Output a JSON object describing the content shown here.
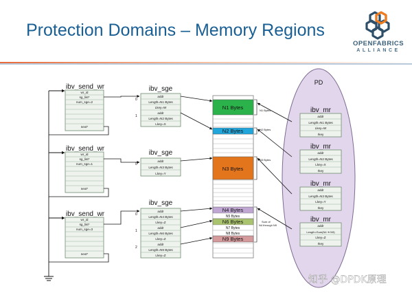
{
  "title": "Protection Domains – Memory Regions",
  "logo": {
    "line1": "OPENFABRICS",
    "line2": "ALLIANCE"
  },
  "watermark": "知乎 @DPDK原理",
  "colors": {
    "title": "#1a5f94",
    "ellipse": "#e2d6ed",
    "ellipse_stroke": "#7d6b92",
    "box_fill": "#eef3ee",
    "box_stroke": "#6e8a6e",
    "green": "#2cb24a",
    "blue": "#21a6dc",
    "orange": "#e3751c",
    "violet": "#bfa6d3",
    "olive": "#aac36e",
    "pink": "#d59a9c"
  },
  "pd_label": "PD",
  "send_wr": {
    "title": "ibv_send_wr",
    "item": [
      {
        "wr_id": "wr_id",
        "sg_list": "sg_list*",
        "num_sge": "num_sge=2",
        "next": "next*"
      },
      {
        "wr_id": "wr_id",
        "sg_list": "sg_list*",
        "num_sge": "num_sge=1",
        "next": "next*"
      },
      {
        "wr_id": "wr_id",
        "sg_list": "sg_list*",
        "num_sge": "num_sge=3",
        "next": "next*"
      }
    ]
  },
  "sge": {
    "title": "ibv_sge",
    "group": [
      {
        "index": [
          "0",
          "1"
        ],
        "rows": [
          "addr",
          "Length=N1 Bytes",
          "Lkey=W",
          "addr",
          "Length=N2 Bytes",
          "Lkey=X"
        ]
      },
      {
        "index": [
          "0"
        ],
        "rows": [
          "addr",
          "Length=N3 Bytes",
          "Lkey=Y"
        ]
      },
      {
        "index": [
          "0",
          "1",
          "2"
        ],
        "rows": [
          "addr",
          "Length=N4 Bytes",
          "Lkey=Z",
          "addr",
          "Length=N6 Bytes",
          "Lkey=Z",
          "addr",
          "Length=N9 Bytes",
          "Lkey=Z"
        ]
      }
    ]
  },
  "memory": {
    "n1": "N1 Bytes",
    "n2": "N2 Bytes",
    "n3": "N3 Bytes",
    "n4": "N4 Bytes",
    "n5": "N5 Bytes",
    "n6": "N6 Bytes",
    "n7": "N7 Bytes",
    "n8": "N8 Bytes",
    "n9": "N9 Bytes"
  },
  "arrow_labels": {
    "n1": "N1 Bytes",
    "n2": "N2 Bytes",
    "n3": "N3 Bytes",
    "sum_line1": "Sum of",
    "sum_line2": "N4 through N9"
  },
  "mr": {
    "title": "ibv_mr",
    "item": [
      {
        "addr": "addr",
        "length": "Length=N1 Bytes",
        "lkey": "Lkey=W",
        "rkey": "rkey"
      },
      {
        "addr": "addr",
        "length": "Length=N2 Bytes",
        "lkey": "Lkey=X",
        "rkey": "rkey"
      },
      {
        "addr": "addr",
        "length": "Length=N3 Bytes",
        "lkey": "Lkey=Y",
        "rkey": "rkey"
      },
      {
        "addr": "addr",
        "length": "Length=Sum(N4 ➜ N9)",
        "lkey": "Lkey=Z",
        "rkey": "rkey"
      }
    ]
  }
}
